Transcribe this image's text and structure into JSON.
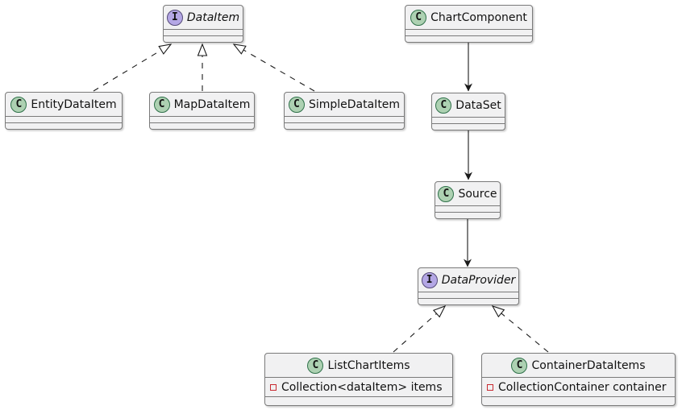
{
  "diagram": {
    "kind": "uml-class-diagram",
    "nodes": {
      "dataItem": {
        "stereotype": "interface",
        "icon_letter": "I",
        "name": "DataItem"
      },
      "entityDataItem": {
        "stereotype": "class",
        "icon_letter": "C",
        "name": "EntityDataItem"
      },
      "mapDataItem": {
        "stereotype": "class",
        "icon_letter": "C",
        "name": "MapDataItem"
      },
      "simpleDataItem": {
        "stereotype": "class",
        "icon_letter": "C",
        "name": "SimpleDataItem"
      },
      "chartComponent": {
        "stereotype": "class",
        "icon_letter": "C",
        "name": "ChartComponent"
      },
      "dataSet": {
        "stereotype": "class",
        "icon_letter": "C",
        "name": "DataSet"
      },
      "source": {
        "stereotype": "class",
        "icon_letter": "C",
        "name": "Source"
      },
      "dataProvider": {
        "stereotype": "interface",
        "icon_letter": "I",
        "name": "DataProvider"
      },
      "listChartItems": {
        "stereotype": "class",
        "icon_letter": "C",
        "name": "ListChartItems",
        "fields": [
          {
            "visibility": "private",
            "text": "Collection<dataItem> items"
          }
        ]
      },
      "containerDataItems": {
        "stereotype": "class",
        "icon_letter": "C",
        "name": "ContainerDataItems",
        "fields": [
          {
            "visibility": "private",
            "text": "CollectionContainer container"
          }
        ]
      }
    },
    "edges": [
      {
        "from": "EntityDataItem",
        "to": "DataItem",
        "type": "realization",
        "line": "dashed",
        "arrowhead": "hollow-triangle"
      },
      {
        "from": "MapDataItem",
        "to": "DataItem",
        "type": "realization",
        "line": "dashed",
        "arrowhead": "hollow-triangle"
      },
      {
        "from": "SimpleDataItem",
        "to": "DataItem",
        "type": "realization",
        "line": "dashed",
        "arrowhead": "hollow-triangle"
      },
      {
        "from": "ChartComponent",
        "to": "DataSet",
        "type": "directed-association",
        "line": "solid",
        "arrowhead": "filled-vee"
      },
      {
        "from": "DataSet",
        "to": "Source",
        "type": "directed-association",
        "line": "solid",
        "arrowhead": "filled-vee"
      },
      {
        "from": "Source",
        "to": "DataProvider",
        "type": "directed-association",
        "line": "solid",
        "arrowhead": "filled-vee"
      },
      {
        "from": "ListChartItems",
        "to": "DataProvider",
        "type": "realization",
        "line": "dashed",
        "arrowhead": "hollow-triangle"
      },
      {
        "from": "ContainerDataItems",
        "to": "DataProvider",
        "type": "realization",
        "line": "dashed",
        "arrowhead": "hollow-triangle"
      }
    ],
    "colors": {
      "box_fill": "#F1F1F2",
      "box_border": "#7A7A7A",
      "class_circle_fill": "#ADD1B2",
      "class_circle_border": "#2E7049",
      "interface_circle_fill": "#B4A7E5",
      "interface_circle_border": "#544A78",
      "edge": "#1A1A1A",
      "private_marker": "#C82930",
      "text": "#121212",
      "background": "#FFFFFF"
    }
  }
}
